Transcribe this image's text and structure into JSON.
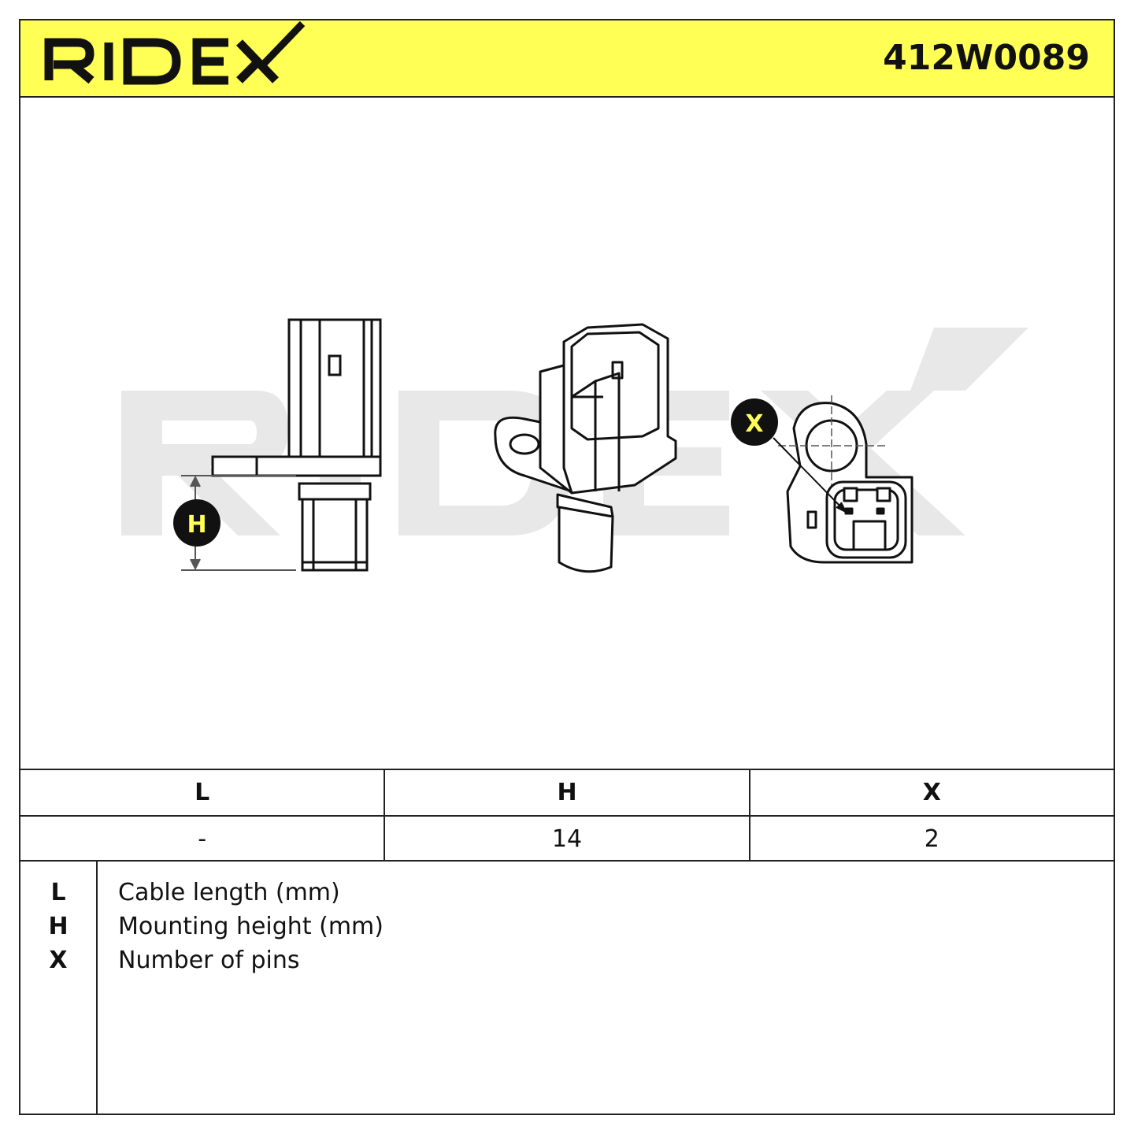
{
  "header": {
    "brand": "RIDEX",
    "part_number": "412W0089"
  },
  "drawing": {
    "watermark": "RIDEX",
    "dimension_markers": [
      "H",
      "X"
    ]
  },
  "spec_table": {
    "columns": [
      "L",
      "H",
      "X"
    ],
    "values": [
      "-",
      "14",
      "2"
    ]
  },
  "legend": [
    {
      "key": "L",
      "description": "Cable length (mm)"
    },
    {
      "key": "H",
      "description": "Mounting height (mm)"
    },
    {
      "key": "X",
      "description": "Number of pins"
    }
  ],
  "colors": {
    "header_bg": "#ffff55",
    "marker_bg": "#111111",
    "marker_text": "#ffff55",
    "watermark": "#e6e6e6"
  }
}
